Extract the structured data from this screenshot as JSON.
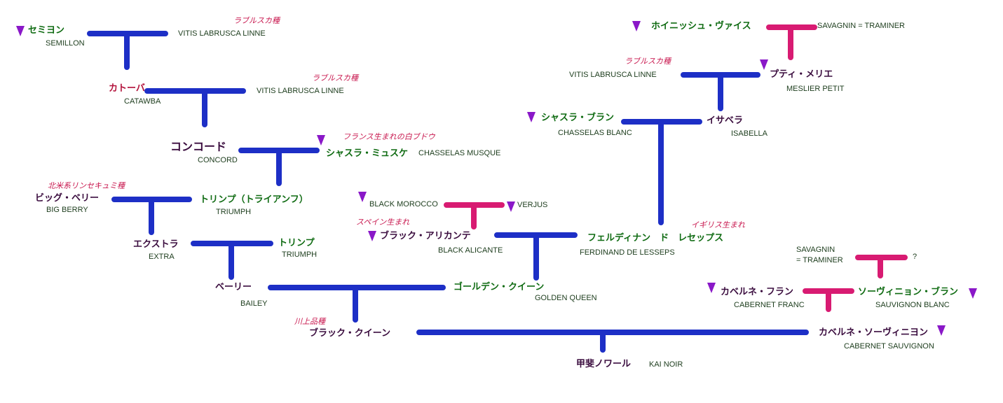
{
  "colors": {
    "blue_line": "#1d2fc6",
    "pink_line": "#d81b72",
    "mark_purple": "#8a18c8",
    "green_text": "#0f6b12",
    "crimson_text": "#b2103a",
    "dark_text": "#3a0c3e",
    "english_text": "#1c3c1c",
    "note_red": "#c8174e"
  },
  "nodes": {
    "semillon": {
      "jp": "セミヨン",
      "en": "SEMILLON"
    },
    "labrusca1": {
      "en": "VITIS LABRUSCA LINNE",
      "note": "ラブルスカ種"
    },
    "catawba": {
      "jp": "カトーバ",
      "en": "CATAWBA"
    },
    "labrusca2": {
      "en": "VITIS LABRUSCA LINNE",
      "note": "ラブルスカ種"
    },
    "concord": {
      "jp": "コンコード",
      "en": "CONCORD"
    },
    "chasselas_musque": {
      "jp": "シャスラ・ミュスケ",
      "en": "CHASSELAS MUSQUE",
      "note": "フランス生まれの白ブドウ"
    },
    "big_berry": {
      "jp": "ビッグ・ベリー",
      "en": "BIG BERRY",
      "note": "北米系リンセキュミ種"
    },
    "triumph1": {
      "jp": "トリンプ（トライアンフ）",
      "en": "TRIUMPH"
    },
    "extra": {
      "jp": "エクストラ",
      "en": "EXTRA"
    },
    "triumph2": {
      "jp": "トリンプ",
      "en": "TRIUMPH"
    },
    "bailey": {
      "jp": "ベーリー",
      "en": "BAILEY"
    },
    "golden_queen": {
      "jp": "ゴールデン・クイーン",
      "en": "GOLDEN QUEEN"
    },
    "black_queen": {
      "jp": "ブラック・クイーン",
      "note": "川上品種"
    },
    "kai_noir": {
      "jp": "甲斐ノワール",
      "en": "KAI NOIR"
    },
    "black_morocco": {
      "en": "BLACK MOROCCO"
    },
    "verjus": {
      "en": "VERJUS"
    },
    "black_alicante": {
      "jp": "ブラック・アリカンテ",
      "en": "BLACK ALICANTE",
      "note": "スペイン生まれ"
    },
    "ferdinand": {
      "jp": "フェルディナン　ド　レセップス",
      "en": "FERDINAND DE LESSEPS",
      "note": "イギリス生まれ"
    },
    "weissburgunder": {
      "jp": "ホイニッシュ・ヴァイス"
    },
    "savagnin_top": {
      "en": "SAVAGNIN = TRAMINER"
    },
    "labrusca3": {
      "en": "VITIS LABRUSCA LINNE",
      "note": "ラブルスカ種"
    },
    "meslier": {
      "jp": "プティ・メリエ",
      "en": "MESLIER PETIT"
    },
    "chasselas_blanc": {
      "jp": "シャスラ・ブラン",
      "en": "CHASSELAS BLANC"
    },
    "isabella": {
      "jp": "イサベラ",
      "en": "ISABELLA"
    },
    "savagnin_low": {
      "line1": "SAVAGNIN",
      "line2": "= TRAMINER"
    },
    "unknown": {
      "en": "?"
    },
    "cab_franc": {
      "jp": "カベルネ・フラン",
      "en": "CABERNET FRANC"
    },
    "sauv_blanc": {
      "jp": "ソーヴィニョン・ブラン",
      "en": "SAUVIGNON BLANC"
    },
    "cab_sauv": {
      "jp": "カベルネ・ソーヴィニヨン",
      "en": "CABERNET SAUVIGNON"
    }
  }
}
